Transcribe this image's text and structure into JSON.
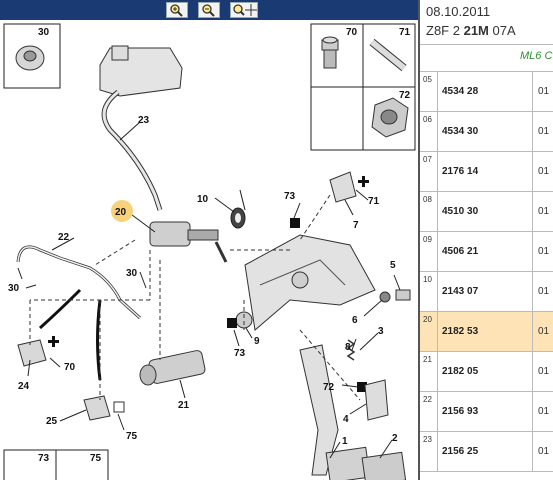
{
  "toolbar": {
    "zoom_in": "zoom-in-icon",
    "zoom_out": "zoom-out-icon",
    "zoom_move": "zoom-move-icon"
  },
  "header": {
    "date": "08.10.2011",
    "code_prefix": "Z8F 2",
    "code_bold": "21M",
    "code_suffix": "07A",
    "note": "ML6 C"
  },
  "callouts": {
    "c1": "1",
    "c2": "2",
    "c3": "3",
    "c4": "4",
    "c5": "5",
    "c6": "6",
    "c7": "7",
    "c8": "8",
    "c9": "9",
    "c10": "10",
    "c20": "20",
    "c21": "21",
    "c22": "22",
    "c23": "23",
    "c24": "24",
    "c25": "25",
    "c30a": "30",
    "c30b": "30",
    "c30c": "30",
    "c70a": "70",
    "c70b": "70",
    "c71a": "71",
    "c71b": "71",
    "c72a": "72",
    "c72b": "72",
    "c73a": "73",
    "c73b": "73",
    "c73c": "73",
    "c75a": "75",
    "c75b": "75"
  },
  "rows": [
    {
      "idx": "05",
      "pn": "4534 28",
      "qty": "01"
    },
    {
      "idx": "06",
      "pn": "4534 30",
      "qty": "01"
    },
    {
      "idx": "07",
      "pn": "2176 14",
      "qty": "01"
    },
    {
      "idx": "08",
      "pn": "4510 30",
      "qty": "01"
    },
    {
      "idx": "09",
      "pn": "4506 21",
      "qty": "01"
    },
    {
      "idx": "10",
      "pn": "2143 07",
      "qty": "01"
    },
    {
      "idx": "20",
      "pn": "2182 53",
      "qty": "01"
    },
    {
      "idx": "21",
      "pn": "2182 05",
      "qty": "01"
    },
    {
      "idx": "22",
      "pn": "2156 93",
      "qty": "01"
    },
    {
      "idx": "23",
      "pn": "2156 25",
      "qty": "01"
    }
  ],
  "selected_index": 6,
  "colors": {
    "toolbar": "#1a3a73",
    "highlight": "#fde3b5",
    "callout_highlight": "#f7d27a"
  }
}
